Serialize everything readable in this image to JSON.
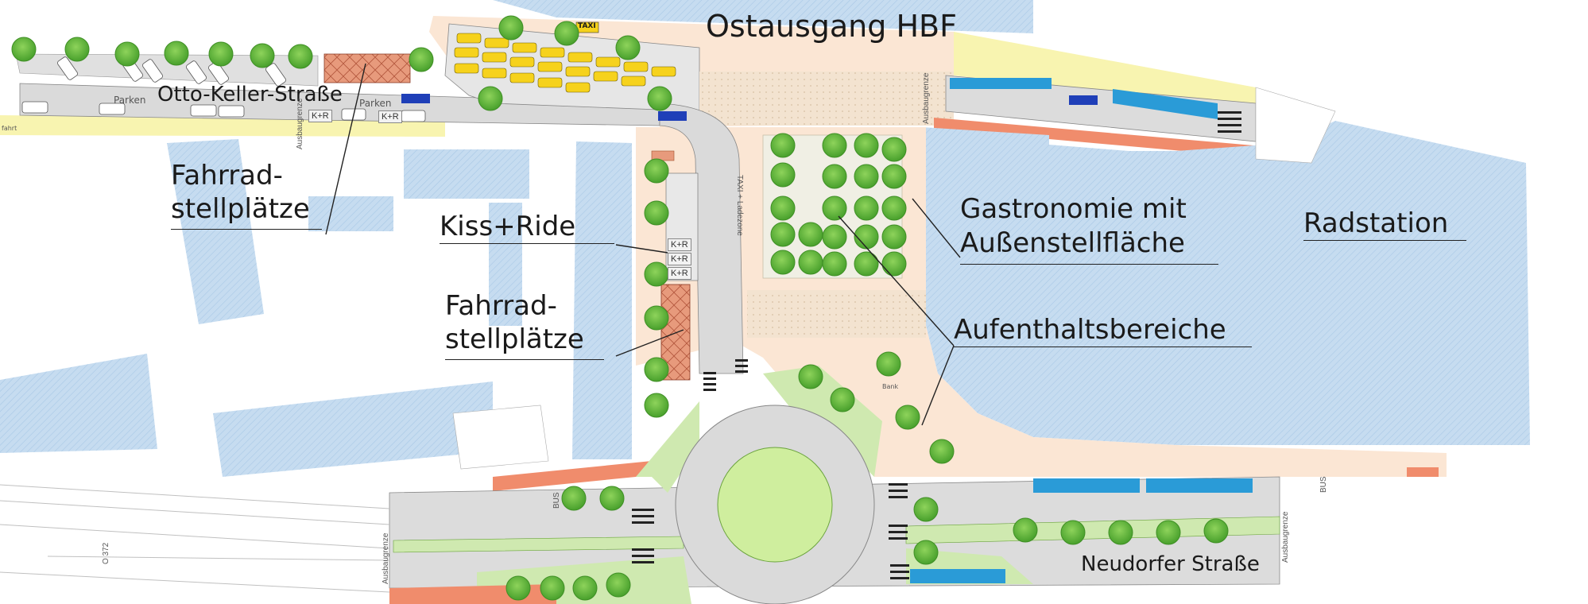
{
  "labels": {
    "ostausgang": "Ostausgang HBF",
    "otto_keller": "Otto-Keller-Straße",
    "fahrrad_1": "Fahrrad-\nstellplätze",
    "fahrrad_2": "Fahrrad-\nstellplätze",
    "kiss_ride": "Kiss+Ride",
    "gastronomie": "Gastronomie mit\nAußenstellfläche",
    "radstation": "Radstation",
    "aufenthalt": "Aufenthaltsbereiche",
    "neudorfer": "Neudorfer Straße"
  },
  "small_labels": {
    "parken_1": "Parken",
    "parken_2": "Parken",
    "kr_1": "K+R",
    "kr_2": "K+R",
    "kr_stack_1": "K+R",
    "kr_stack_2": "K+R",
    "kr_stack_3": "K+R",
    "taxi": "TAXI",
    "taxi_lade": "TAXI + Ladezone",
    "ausbau_1": "Ausbaugrenze",
    "ausbau_2": "Ausbaugrenze",
    "ausbau_3": "Ausbaugrenze",
    "ausbau_4": "Ausbaugrenze",
    "bus_1": "BUS",
    "bus_2": "BUS",
    "bank": "Bank",
    "fahrt": "fahrt",
    "nr": "O 372"
  },
  "colors": {
    "building": "#c6dcf0",
    "building_hatch": "#9cc0e4",
    "road": "#d8d8d8",
    "plaza": "#fbe6d4",
    "paving": "#efe4d6",
    "green": "#cfe9b0",
    "tree": "#6fbf45",
    "tree_dark": "#3f8f25",
    "bike_racks": "#e79a7c",
    "bus_stop": "#2a9bd7",
    "cycle_lane": "#f08c6c",
    "yellow_strip": "#f8f2a0",
    "taxi": "#f6d21c"
  }
}
